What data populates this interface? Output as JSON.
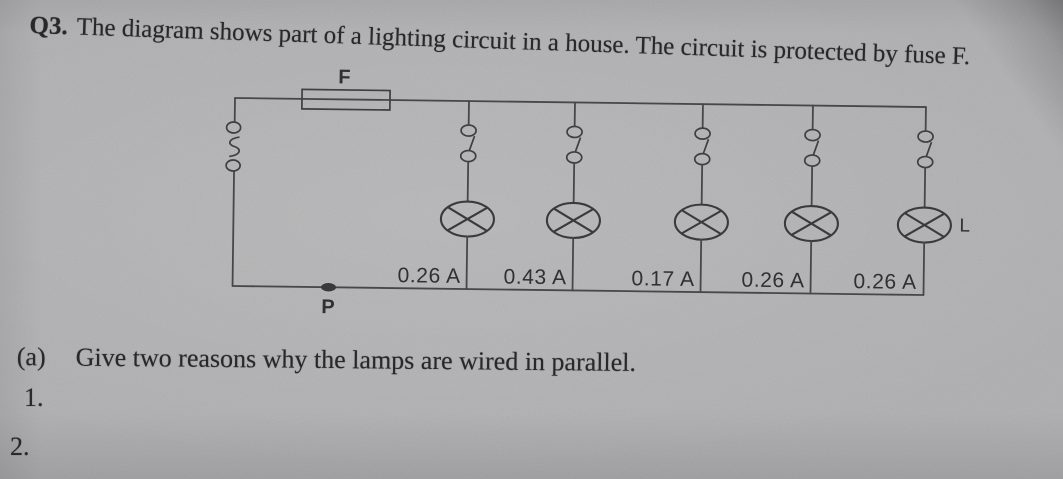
{
  "question": {
    "number": "Q3.",
    "intro": "The diagram shows part of a lighting circuit in a house. The circuit is protected by fuse F.",
    "part_a_label": "(a)",
    "part_a_text": "Give two reasons why the lamps are wired in parallel.",
    "answer_lines": [
      "1.",
      "2."
    ]
  },
  "diagram": {
    "fuse_label": "F",
    "point_label": "P",
    "lamp_label": "L",
    "branch_currents": [
      "0.26 A",
      "0.43 A",
      "0.17 A",
      "0.26 A",
      "0.26 A"
    ],
    "lamp_count": 5,
    "symbols": {
      "fuse": "fuse-rectangle-symbol",
      "supply": "wavy-supply-symbol",
      "switch": "open-switch-symbol",
      "lamp": "circle-with-cross-lamp-symbol"
    }
  },
  "colors": {
    "paper": "#bababc",
    "ink_text": "#28282b",
    "ink_line": "#47474a"
  }
}
